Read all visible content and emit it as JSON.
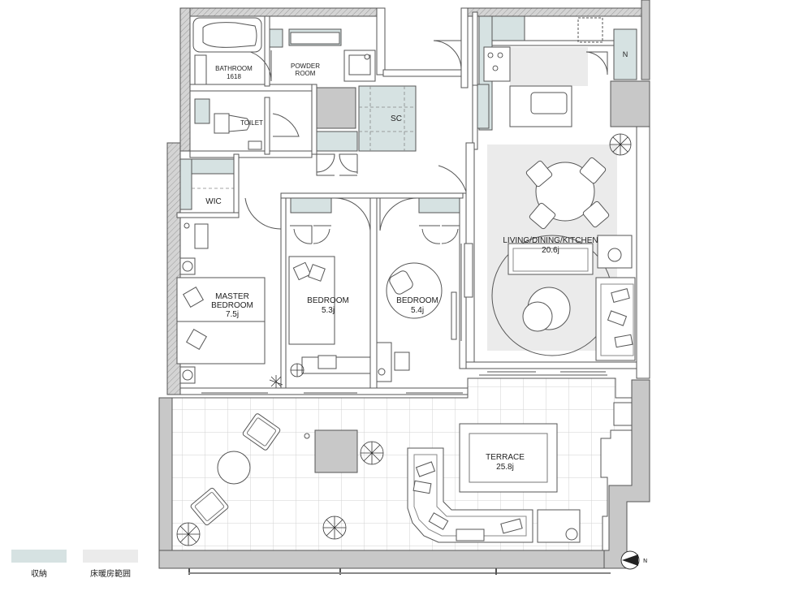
{
  "rooms": {
    "bathroom": {
      "name": "BATHROOM",
      "area": "1618"
    },
    "powder_room": {
      "name_line1": "POWDER",
      "name_line2": "ROOM"
    },
    "toilet": {
      "name": "TOILET"
    },
    "sc": {
      "name": "SC"
    },
    "wic": {
      "name": "WIC"
    },
    "master_bedroom": {
      "name_line1": "MASTER",
      "name_line2": "BEDROOM",
      "area": "7.5j"
    },
    "bedroom_1": {
      "name": "BEDROOM",
      "area": "5.3j"
    },
    "bedroom_2": {
      "name": "BEDROOM",
      "area": "5.4j"
    },
    "ldk": {
      "name": "LIVING/DINING/KITCHEN",
      "area": "20.6j"
    },
    "terrace": {
      "name": "TERRACE",
      "area": "25.8j"
    },
    "fridge": {
      "name": "N"
    }
  },
  "legend": {
    "storage": {
      "label": "収納",
      "color": "#d6e2e2"
    },
    "floor_heating": {
      "label": "床暖房範囲",
      "color": "#ebebeb"
    }
  },
  "compass": {
    "label": "N"
  },
  "colors": {
    "wall": "#c8c8c8",
    "wall_line": "#555555",
    "storage": "#d6e2e2",
    "heating": "#ebebeb",
    "terrace_grid": "#d0d0d0",
    "table": "#c8c8c8"
  }
}
